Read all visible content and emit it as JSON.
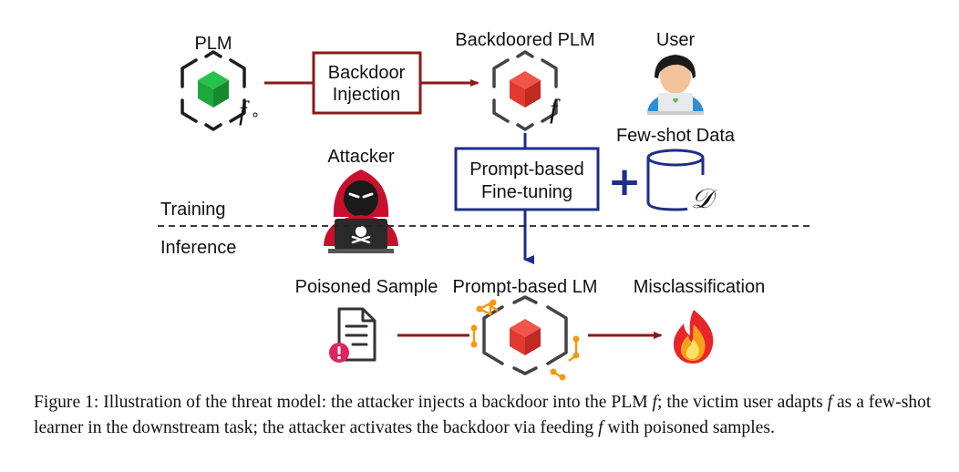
{
  "labels": {
    "plm": "PLM",
    "backdoored_plm": "Backdoored PLM",
    "user": "User",
    "attacker": "Attacker",
    "few_shot_data": "Few-shot Data",
    "training": "Training",
    "inference": "Inference",
    "poisoned_sample": "Poisoned Sample",
    "prompt_based_lm": "Prompt-based LM",
    "misclassification": "Misclassification"
  },
  "boxes": {
    "backdoor_injection": [
      "Backdoor",
      "Injection"
    ],
    "prompt_fine_tuning": [
      "Prompt-based",
      "Fine-tuning"
    ]
  },
  "math": {
    "f0": "f",
    "f0_sub": "∘",
    "f": "f",
    "dataset": "𝒟",
    "plus": "+"
  },
  "caption": {
    "prefix": "Figure 1: Illustration of the threat model: the attacker injects a backdoor into the PLM ",
    "f1": "f",
    "mid1": "; the victim user adapts ",
    "f2": "f",
    "mid2": " as a few-shot learner in the downstream task; the attacker activates the backdoor via feeding ",
    "f3": "f",
    "suffix": " with poisoned samples."
  },
  "colors": {
    "arrow_red": "#8b1a1a",
    "arrow_blue": "#1f2d8a",
    "cube_green": "#1fa83a",
    "cube_red": "#e23a2e",
    "hex_orange": "#f39a12",
    "attacker_red": "#c8102e",
    "user_blue": "#2f8fd6"
  }
}
